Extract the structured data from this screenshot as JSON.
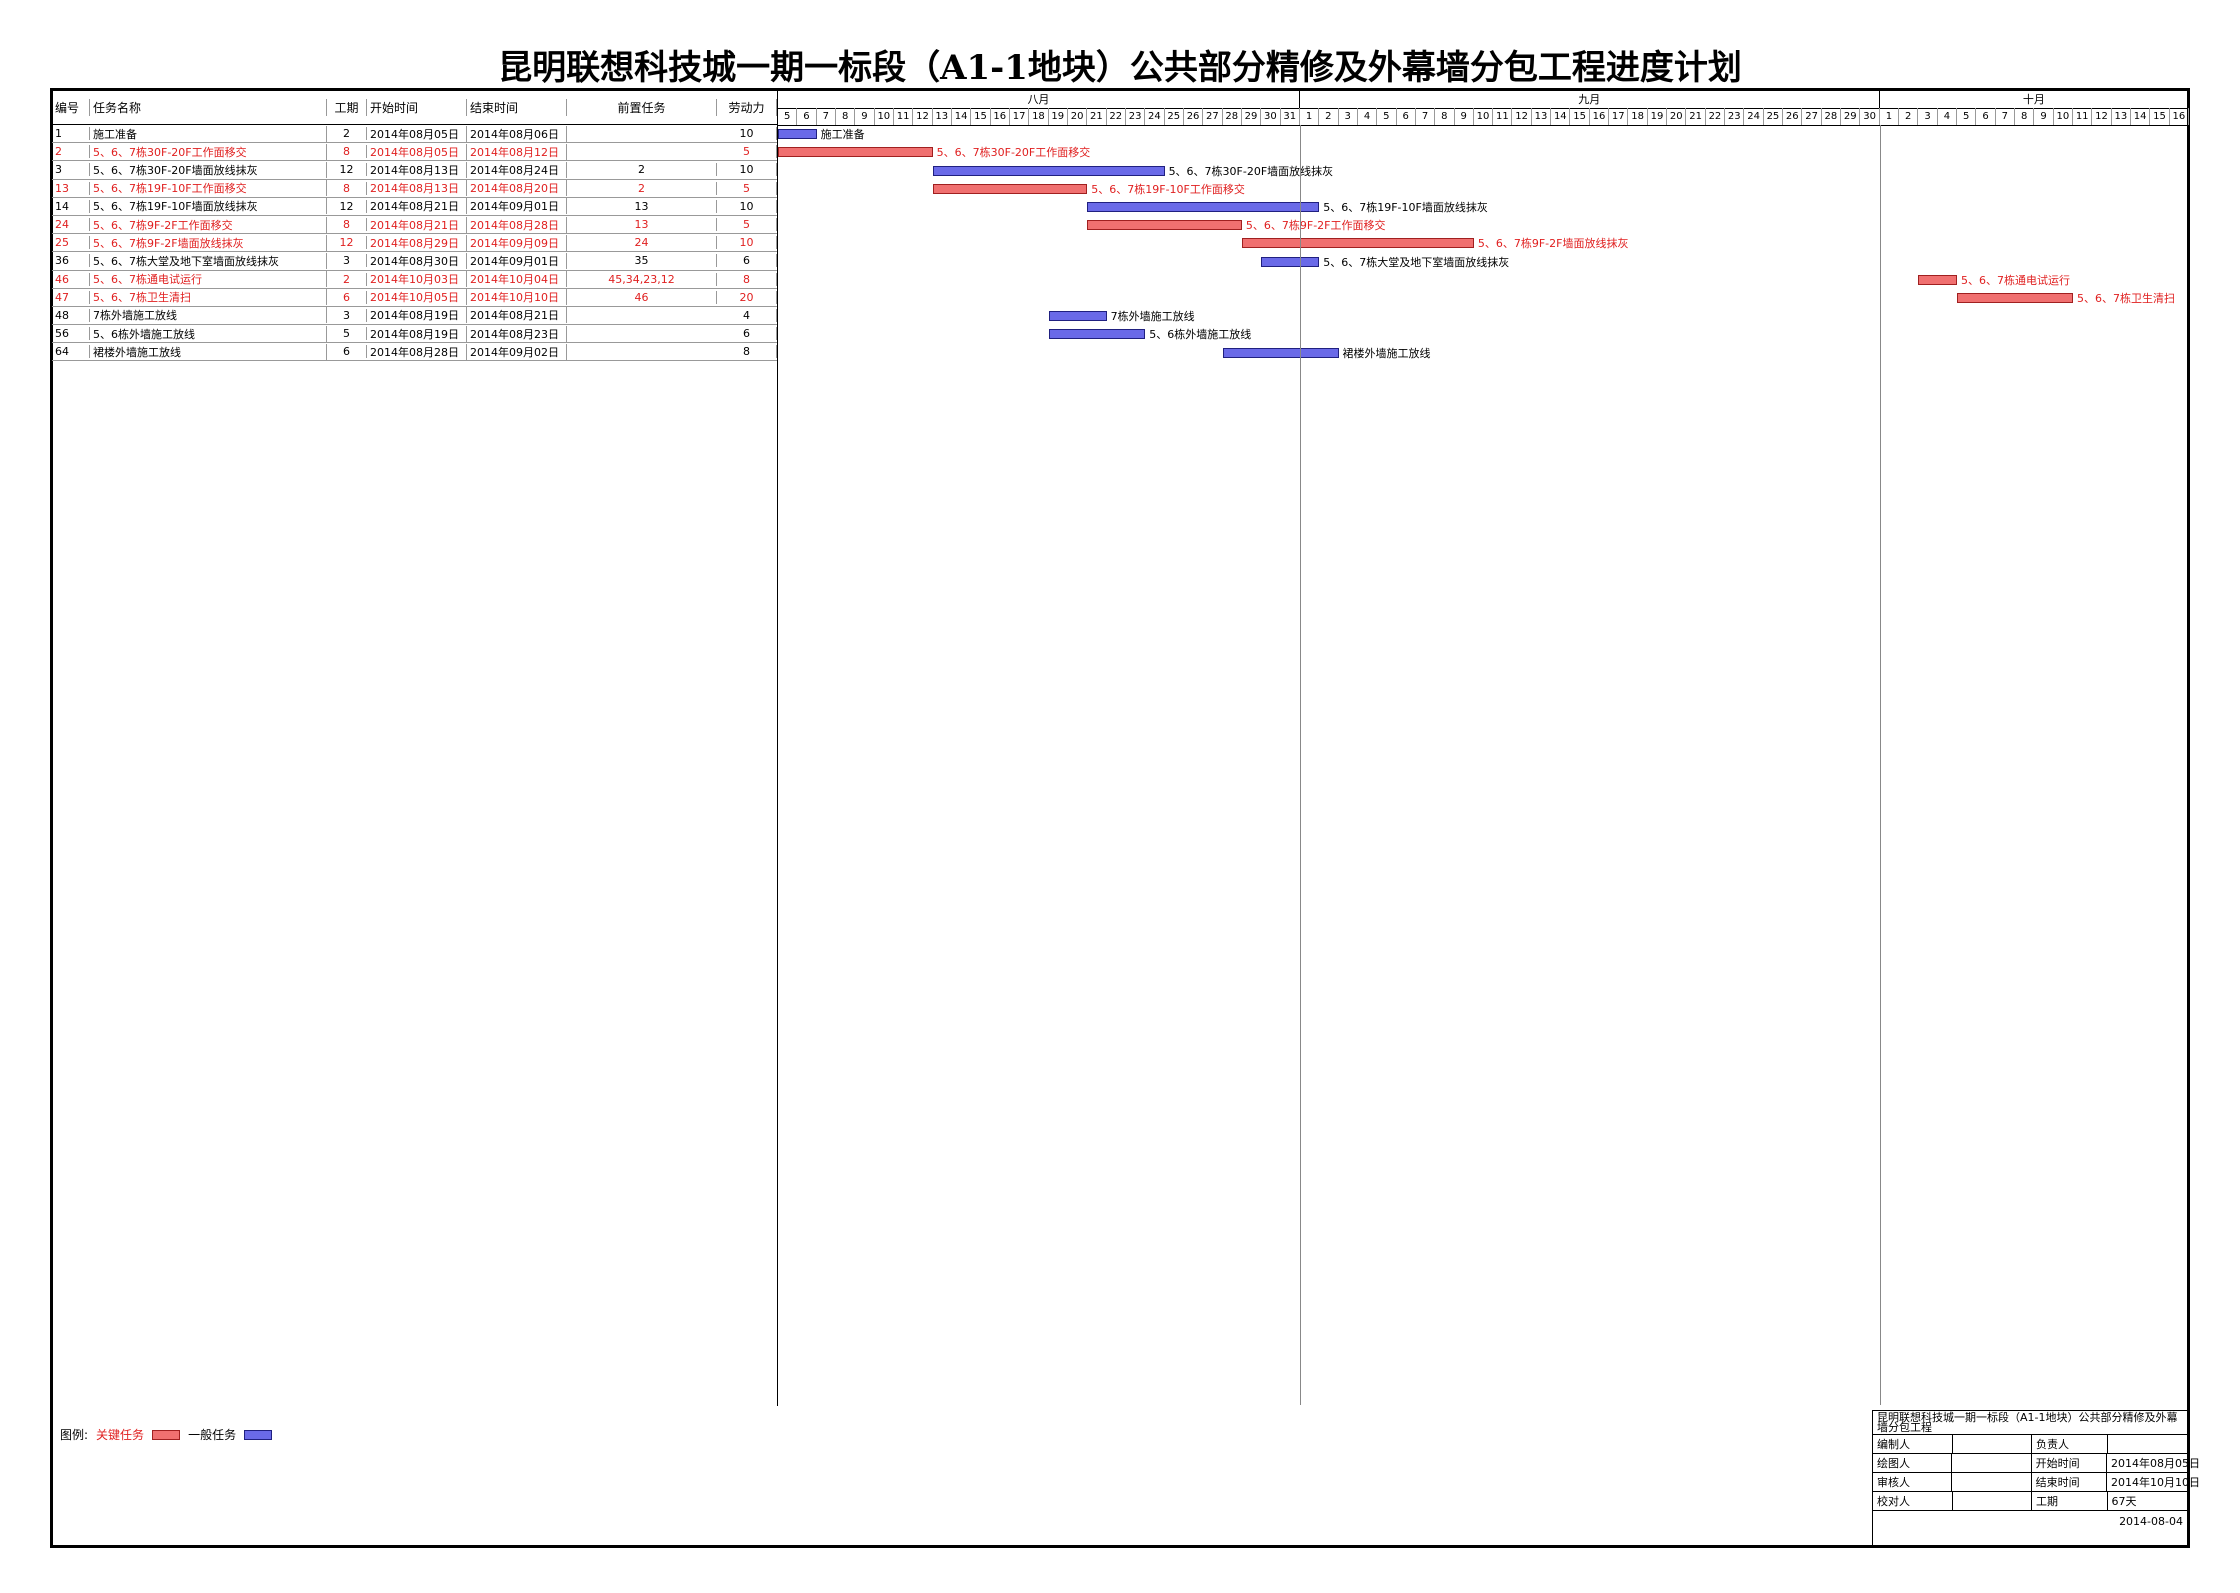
{
  "title": "昆明联想科技城一期一标段（A1-1地块）公共部分精修及外幕墙分包工程进度计划",
  "headers": {
    "id": "编号",
    "name": "任务名称",
    "duration": "工期",
    "start": "开始时间",
    "end": "结束时间",
    "pred": "前置任务",
    "labor": "劳动力"
  },
  "calendar": {
    "months": [
      {
        "label": "八月",
        "year": 2014,
        "month": 8,
        "first_day": 5,
        "last_day": 31
      },
      {
        "label": "九月",
        "year": 2014,
        "month": 9,
        "first_day": 1,
        "last_day": 30
      },
      {
        "label": "十月",
        "year": 2014,
        "month": 10,
        "first_day": 1,
        "last_day": 16
      }
    ]
  },
  "tasks": [
    {
      "id": "1",
      "name": "施工准备",
      "duration": "2",
      "start": "2014年08月05日",
      "end": "2014年08月06日",
      "pred": "",
      "labor": "10",
      "critical": false,
      "start_date": "2014-08-05",
      "end_date": "2014-08-06"
    },
    {
      "id": "2",
      "name": "5、6、7栋30F-20F工作面移交",
      "duration": "8",
      "start": "2014年08月05日",
      "end": "2014年08月12日",
      "pred": "",
      "labor": "5",
      "critical": true,
      "start_date": "2014-08-05",
      "end_date": "2014-08-12"
    },
    {
      "id": "3",
      "name": "5、6、7栋30F-20F墙面放线抹灰",
      "duration": "12",
      "start": "2014年08月13日",
      "end": "2014年08月24日",
      "pred": "2",
      "labor": "10",
      "critical": false,
      "start_date": "2014-08-13",
      "end_date": "2014-08-24"
    },
    {
      "id": "13",
      "name": "5、6、7栋19F-10F工作面移交",
      "duration": "8",
      "start": "2014年08月13日",
      "end": "2014年08月20日",
      "pred": "2",
      "labor": "5",
      "critical": true,
      "start_date": "2014-08-13",
      "end_date": "2014-08-20"
    },
    {
      "id": "14",
      "name": "5、6、7栋19F-10F墙面放线抹灰",
      "duration": "12",
      "start": "2014年08月21日",
      "end": "2014年09月01日",
      "pred": "13",
      "labor": "10",
      "critical": false,
      "start_date": "2014-08-21",
      "end_date": "2014-09-01"
    },
    {
      "id": "24",
      "name": "5、6、7栋9F-2F工作面移交",
      "duration": "8",
      "start": "2014年08月21日",
      "end": "2014年08月28日",
      "pred": "13",
      "labor": "5",
      "critical": true,
      "start_date": "2014-08-21",
      "end_date": "2014-08-28"
    },
    {
      "id": "25",
      "name": "5、6、7栋9F-2F墙面放线抹灰",
      "duration": "12",
      "start": "2014年08月29日",
      "end": "2014年09月09日",
      "pred": "24",
      "labor": "10",
      "critical": true,
      "start_date": "2014-08-29",
      "end_date": "2014-09-09"
    },
    {
      "id": "36",
      "name": "5、6、7栋大堂及地下室墙面放线抹灰",
      "duration": "3",
      "start": "2014年08月30日",
      "end": "2014年09月01日",
      "pred": "35",
      "labor": "6",
      "critical": false,
      "start_date": "2014-08-30",
      "end_date": "2014-09-01"
    },
    {
      "id": "46",
      "name": "5、6、7栋通电试运行",
      "duration": "2",
      "start": "2014年10月03日",
      "end": "2014年10月04日",
      "pred": "45,34,23,12",
      "labor": "8",
      "critical": true,
      "start_date": "2014-10-03",
      "end_date": "2014-10-04"
    },
    {
      "id": "47",
      "name": "5、6、7栋卫生清扫",
      "duration": "6",
      "start": "2014年10月05日",
      "end": "2014年10月10日",
      "pred": "46",
      "labor": "20",
      "critical": true,
      "start_date": "2014-10-05",
      "end_date": "2014-10-10"
    },
    {
      "id": "48",
      "name": "7栋外墙施工放线",
      "duration": "3",
      "start": "2014年08月19日",
      "end": "2014年08月21日",
      "pred": "",
      "labor": "4",
      "critical": false,
      "start_date": "2014-08-19",
      "end_date": "2014-08-21"
    },
    {
      "id": "56",
      "name": "5、6栋外墙施工放线",
      "duration": "5",
      "start": "2014年08月19日",
      "end": "2014年08月23日",
      "pred": "",
      "labor": "6",
      "critical": false,
      "start_date": "2014-08-19",
      "end_date": "2014-08-23"
    },
    {
      "id": "64",
      "name": "裙楼外墙施工放线",
      "duration": "6",
      "start": "2014年08月28日",
      "end": "2014年09月02日",
      "pred": "",
      "labor": "8",
      "critical": false,
      "start_date": "2014-08-28",
      "end_date": "2014-09-02"
    }
  ],
  "legend": {
    "label": "图例:",
    "critical": "关键任务",
    "normal": "一般任务"
  },
  "signoff": {
    "project_text": "昆明联想科技城一期一标段（A1-1地块）公共部分精修及外幕墙分包工程",
    "rows": [
      {
        "k": "编制人",
        "v": "",
        "k2": "负责人",
        "v2": ""
      },
      {
        "k": "绘图人",
        "v": "",
        "k2": "开始时间",
        "v2": "2014年08月05日"
      },
      {
        "k": "审核人",
        "v": "",
        "k2": "结束时间",
        "v2": "2014年10月10日"
      },
      {
        "k": "校对人",
        "v": "",
        "k2": "工期",
        "v2": "67天"
      }
    ],
    "date": "2014-08-04"
  },
  "colors": {
    "critical": "#f07070",
    "normal": "#6a6ae8"
  }
}
